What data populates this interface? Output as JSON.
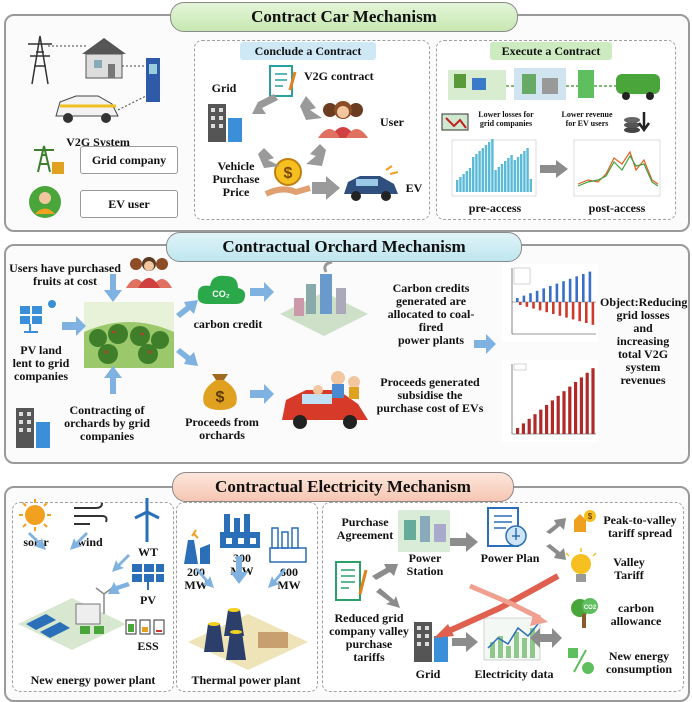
{
  "sections": {
    "car": {
      "title": "Contract Car Mechanism",
      "v2g_system": "V2G System",
      "grid_company": "Grid company",
      "ev_user": "EV user",
      "conclude": {
        "title": "Conclude a Contract",
        "v2g_contract": "V2G contract",
        "grid": "Grid",
        "user": "User",
        "price": "Vehicle\nPurchase\nPrice",
        "ev": "EV"
      },
      "execute": {
        "title": "Execute a Contract",
        "lower_losses": "Lower losses for\ngrid companies",
        "lower_revenue": "Lower revenue\nfor EV users",
        "pre_access": "pre-access",
        "post_access": "post-access"
      }
    },
    "orchard": {
      "title": "Contractual Orchard Mechanism",
      "users_purchased": "Users have purchased\nfruits at cost",
      "pv_land": "PV land\nlent to grid\ncompanies",
      "contracting": "Contracting of\norchards by grid\ncompanies",
      "co2": "CO₂",
      "carbon_credit": "carbon credit",
      "proceeds_from": "Proceeds from\norchards",
      "carbon_allocated": "Carbon credits\ngenerated are\nallocated to  coal-fired\npower plants",
      "proceeds_subsidise": "Proceeds generated\nsubsidise the\npurchase cost of EVs",
      "objective": "Object:Reducing\ngrid losses\nand\nincreasing\ntotal V2G\nsystem\nrevenues"
    },
    "electricity": {
      "title": "Contractual Electricity Mechanism",
      "solar": "solar",
      "wind": "wind",
      "wt": "WT",
      "pv": "PV",
      "ess": "ESS",
      "new_energy_plant": "New energy power plant",
      "mw200": "200\nMW",
      "mw300": "300\nMW",
      "mw600": "600\nMW",
      "thermal_plant": "Thermal power plant",
      "purchase_agreement": "Purchase\nAgreement",
      "power_station": "Power\nStation",
      "power_plan": "Power Plan",
      "peak_valley": "Peak-to-valley\ntariff spread",
      "valley_tariff": "Valley\nTariff",
      "carbon_allowance": "carbon\nallowance",
      "new_energy_consumption": "New energy\nconsumption",
      "reduced_tariffs": "Reduced grid\ncompany valley\npurchase\ntariffs",
      "grid": "Grid",
      "electricity_data": "Electricity data"
    }
  },
  "colors": {
    "green_banner": "#c8e8b2",
    "blue_banner": "#bfe6ef",
    "red_banner": "#f6c6b2",
    "panel_tag_blue": "#cfe8f6",
    "panel_tag_green": "#cdebc0",
    "arrow_blue": "#7fb2e0",
    "arrow_gray": "#8c8c8c"
  }
}
